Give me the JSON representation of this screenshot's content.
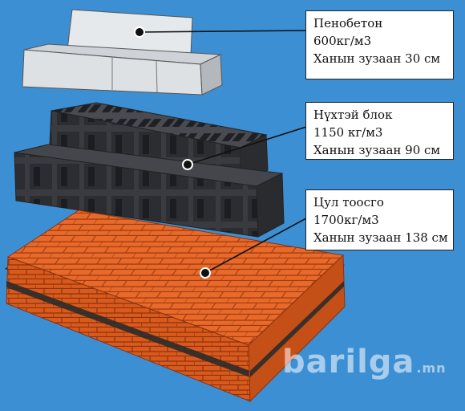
{
  "labels": [
    {
      "name": "Пенобетон",
      "density": "600кг/м3",
      "wall": "Ханын зузаан 30 см"
    },
    {
      "name": "Нүхтэй блок",
      "density": "1150 кг/м3",
      "wall": "Ханын зузаан 90 см"
    },
    {
      "name": "Цул тоосго",
      "density": "1700кг/м3",
      "wall": "Ханын зузаан 138 см"
    }
  ],
  "watermark": {
    "main": "barilga",
    "suffix": ".mn"
  },
  "colors": {
    "background": "#3d8fd4",
    "foam_block": "#dfe3e6",
    "hollow_block": "#3c3d42",
    "brick": "#e2621f",
    "mortar": "#2b2b2b"
  }
}
